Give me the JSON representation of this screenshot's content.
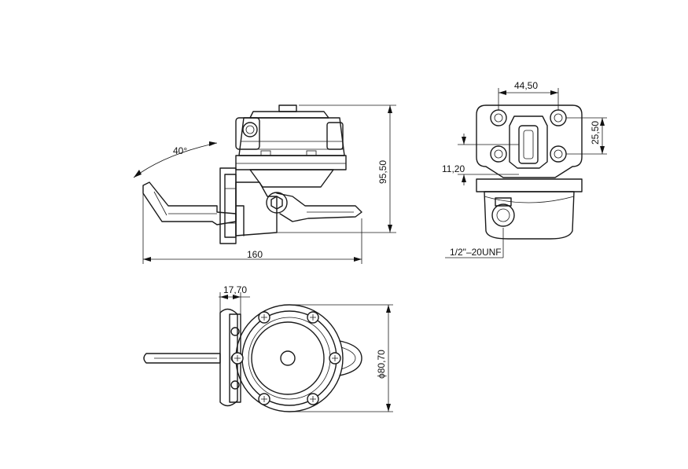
{
  "dimensions": {
    "angle": "40°",
    "length": "160",
    "height": "95,50",
    "hole_spacing_h": "44,50",
    "hole_spacing_v": "25,50",
    "offset": "11,20",
    "thread": "1/2\"–20UNF",
    "flange_thickness": "17,70",
    "diameter": "ϕ80,70"
  }
}
